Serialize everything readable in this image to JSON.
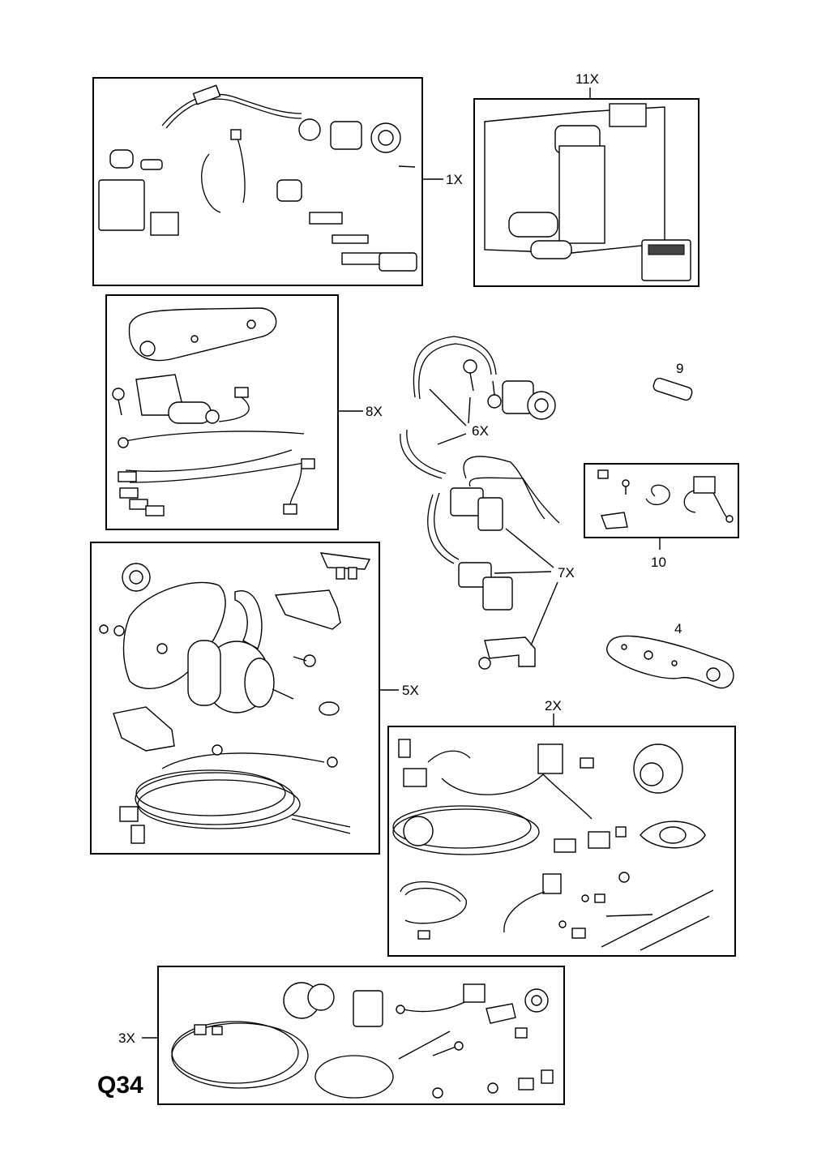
{
  "page": {
    "code": "Q34"
  },
  "callouts": {
    "c1": "1X",
    "c2": "2X",
    "c3": "3X",
    "c4": "4",
    "c5": "5X",
    "c6": "6X",
    "c7": "7X",
    "c8": "8X",
    "c9": "9",
    "c10": "10",
    "c11": "11X"
  }
}
